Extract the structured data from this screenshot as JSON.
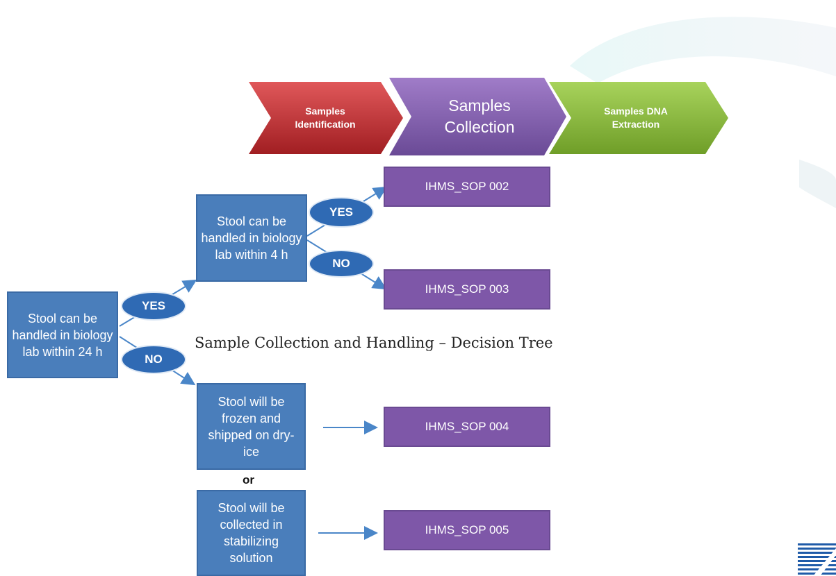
{
  "process_steps": [
    {
      "label": "Samples Identification"
    },
    {
      "label": "Samples Collection"
    },
    {
      "label": "Samples DNA Extraction"
    }
  ],
  "title": "Sample Collection and Handling – Decision Tree",
  "root": {
    "label": "Stool can be handled in biology lab within 24 h"
  },
  "branch_4h": {
    "label": "Stool can be handled in biology lab within 4 h"
  },
  "answers": {
    "yes": "YES",
    "no": "NO"
  },
  "frozen": {
    "label": "Stool will be frozen and shipped on dry- ice"
  },
  "or_label": "or",
  "stabilizing": {
    "label": "Stool will be collected in stabilizing solution"
  },
  "sops": [
    "IHMS_SOP 002",
    "IHMS_SOP 003",
    "IHMS_SOP 004",
    "IHMS_SOP 005"
  ],
  "colors": {
    "red": "#c0282a",
    "purple": "#7e57a8",
    "green": "#86b83a",
    "blue": "#4a7ebb",
    "oval": "#2f6ab4",
    "arrow": "#4a86c8"
  }
}
